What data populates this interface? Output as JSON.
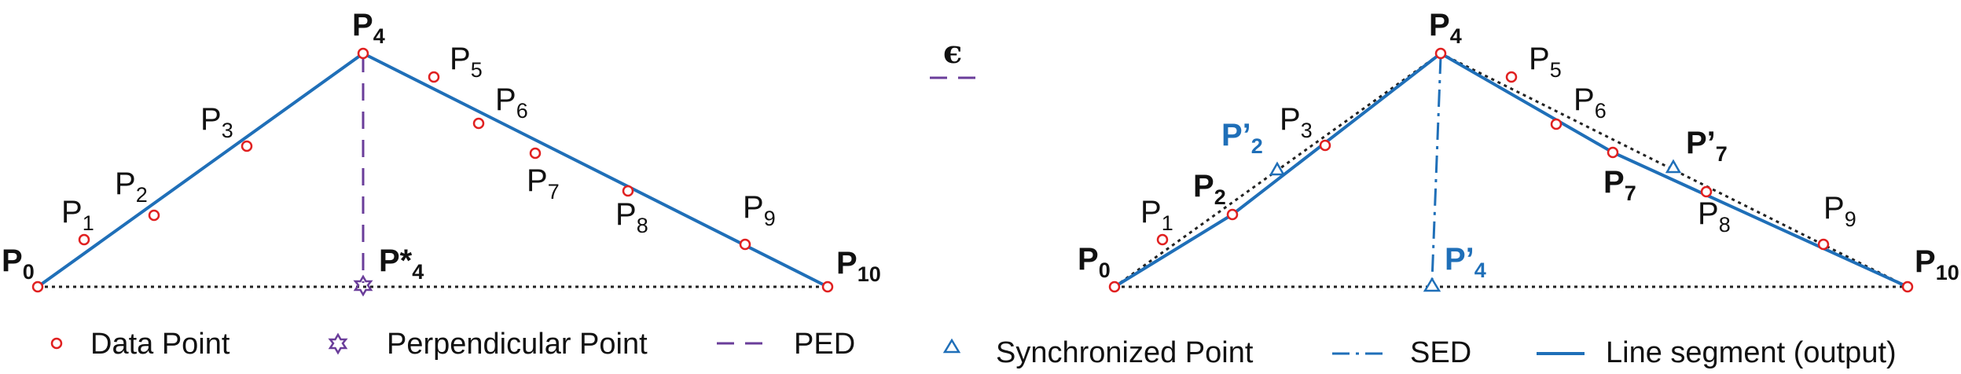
{
  "colors": {
    "data_point": "#e02020",
    "line_segment": "#1f6fb8",
    "ped": "#6a3d9a",
    "sed": "#1f6fb8",
    "perpendicular_point": "#6a3d9a",
    "dotted": "#222222"
  },
  "left_panel": {
    "point_labels": [
      {
        "base": "P",
        "sub": "0"
      },
      {
        "base": "P",
        "sub": "1"
      },
      {
        "base": "P",
        "sub": "2"
      },
      {
        "base": "P",
        "sub": "3"
      },
      {
        "base": "P",
        "sub": "4"
      },
      {
        "base": "P",
        "sub": "5"
      },
      {
        "base": "P",
        "sub": "6"
      },
      {
        "base": "P",
        "sub": "7"
      },
      {
        "base": "P",
        "sub": "8"
      },
      {
        "base": "P",
        "sub": "9"
      },
      {
        "base": "P",
        "sub": "10"
      }
    ],
    "perpendicular_label": {
      "base": "P*",
      "sub": "4"
    }
  },
  "epsilon_label": "ϵ",
  "right_panel": {
    "point_labels": [
      {
        "base": "P",
        "sub": "0"
      },
      {
        "base": "P",
        "sub": "1"
      },
      {
        "base": "P",
        "sub": "2"
      },
      {
        "base": "P",
        "sub": "3"
      },
      {
        "base": "P",
        "sub": "4"
      },
      {
        "base": "P",
        "sub": "5"
      },
      {
        "base": "P",
        "sub": "6"
      },
      {
        "base": "P",
        "sub": "7"
      },
      {
        "base": "P",
        "sub": "8"
      },
      {
        "base": "P",
        "sub": "9"
      },
      {
        "base": "P",
        "sub": "10"
      }
    ],
    "sync_labels": [
      {
        "base": "P’",
        "sub": "2"
      },
      {
        "base": "P’",
        "sub": "4"
      },
      {
        "base": "P’",
        "sub": "7"
      }
    ]
  },
  "legend": {
    "data_point": "Data Point",
    "perpendicular_point": "Perpendicular Point",
    "ped": "PED",
    "synchronized_point": "Synchronized Point",
    "sed": "SED",
    "line_segment": "Line segment (output)"
  }
}
